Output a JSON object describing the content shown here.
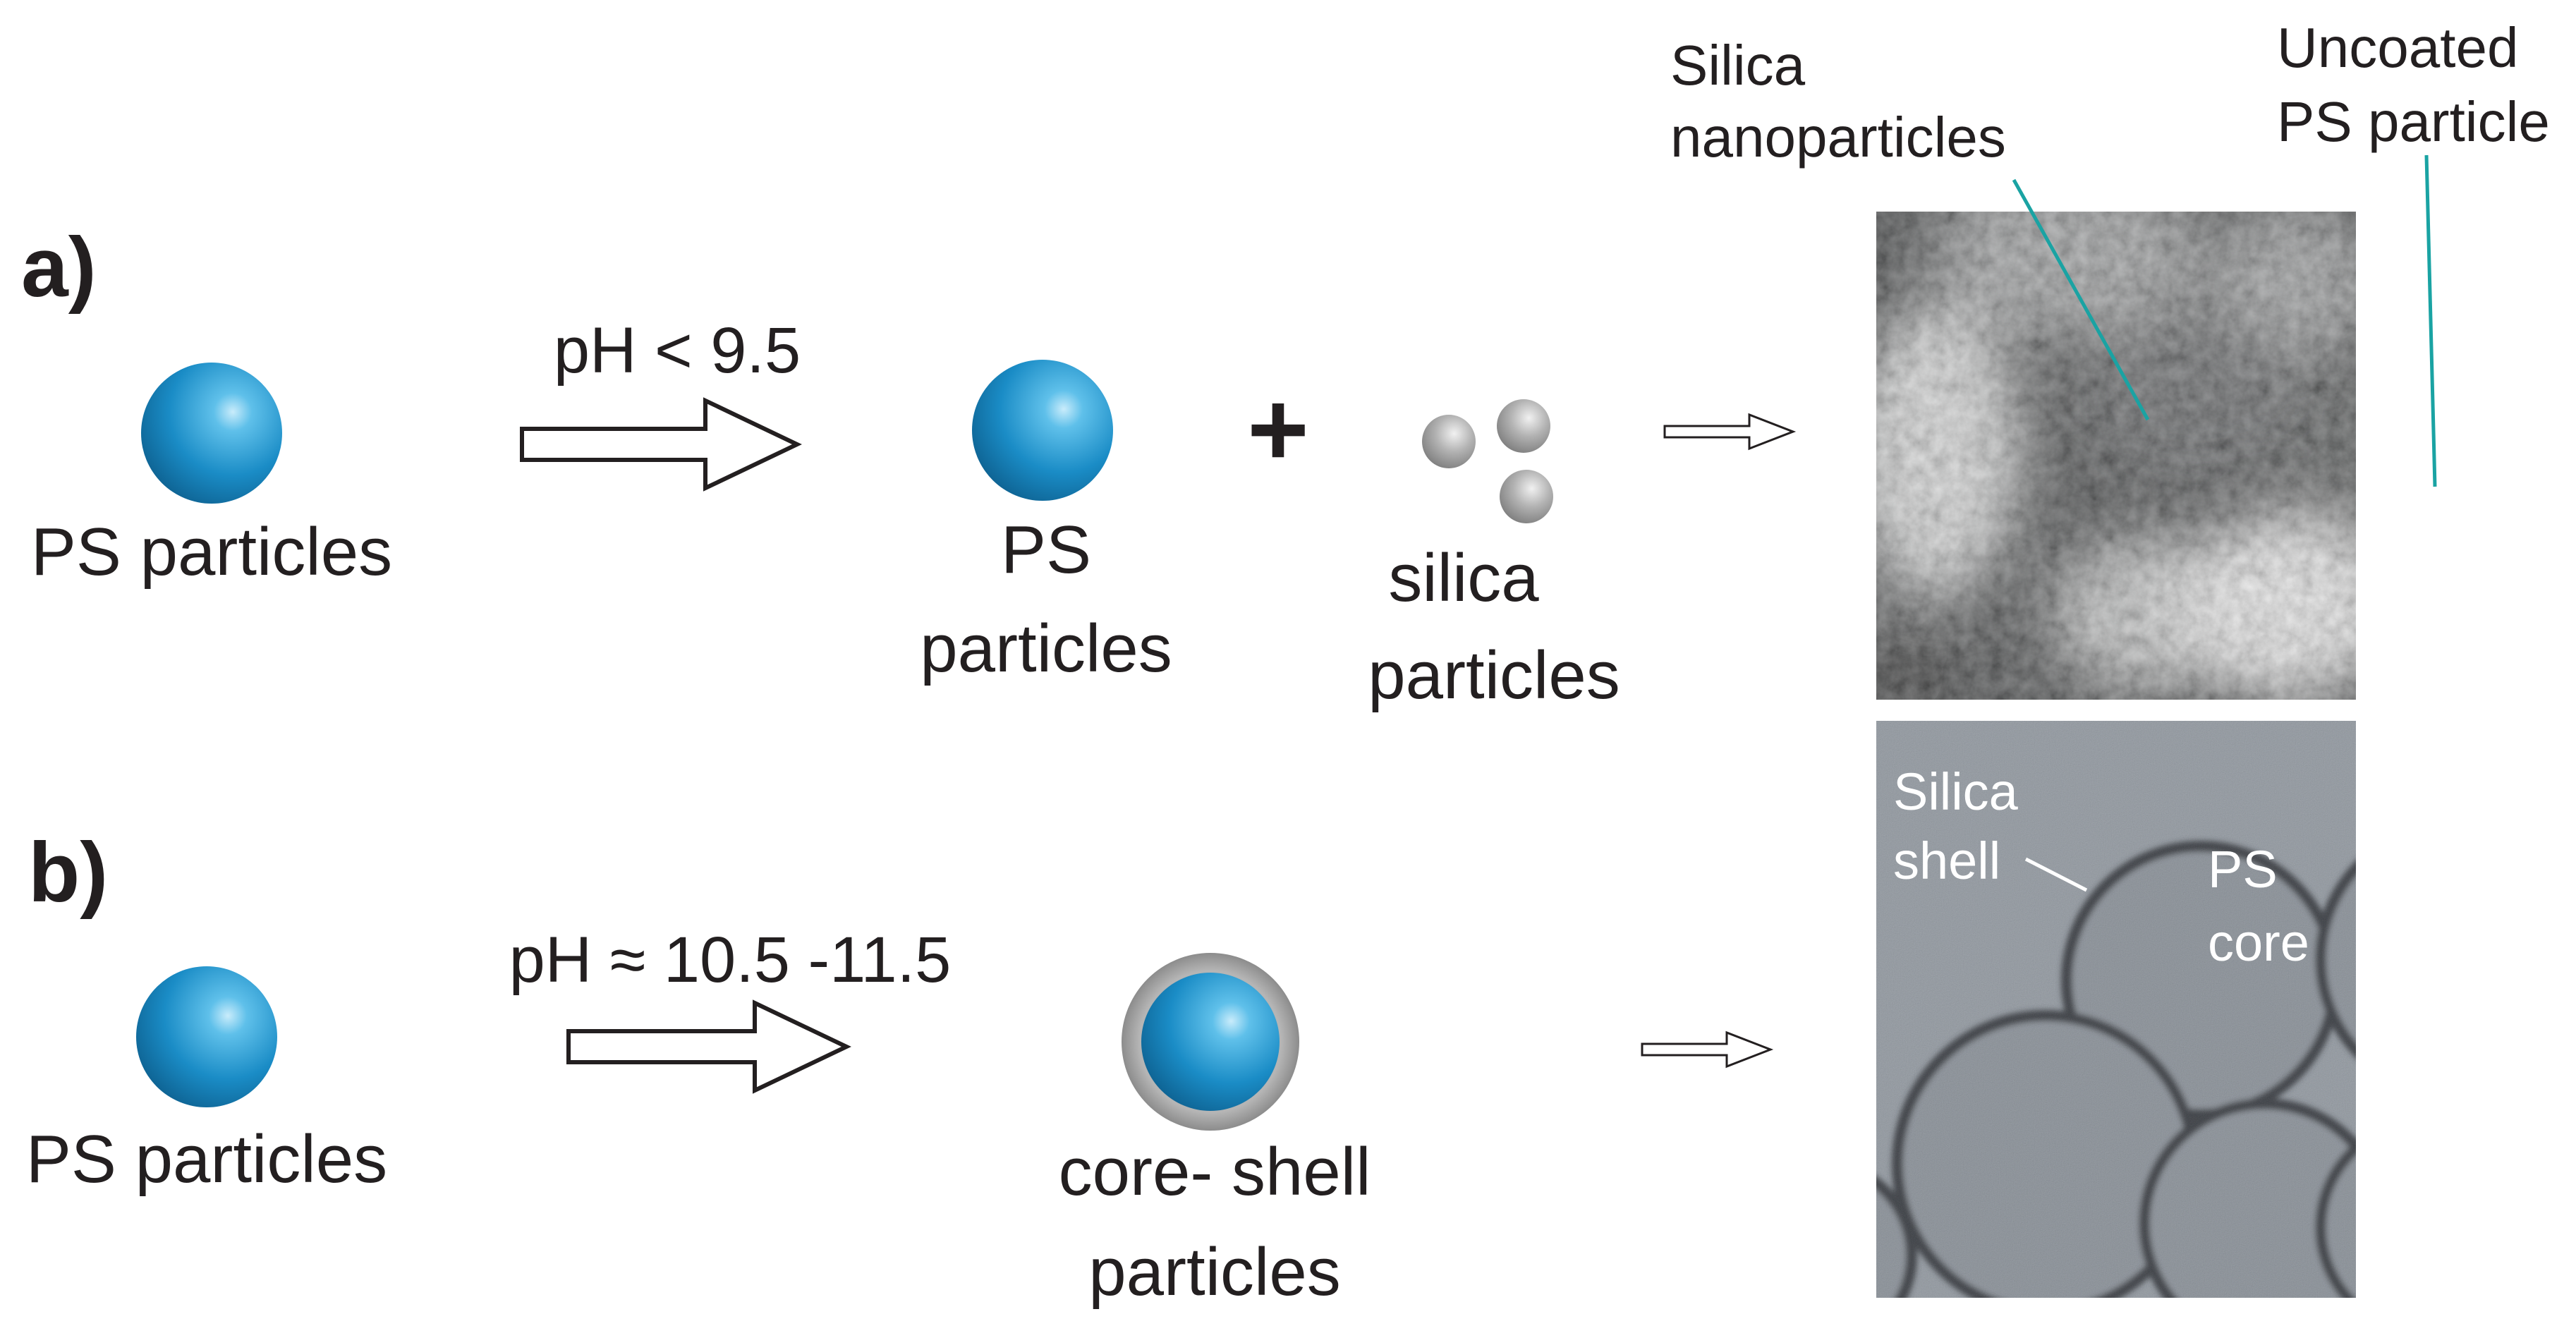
{
  "panel_a": {
    "letter": "a)",
    "start_label": "PS particles",
    "condition": "pH < 9.5",
    "product_ps_line1": "PS",
    "product_ps_line2": "particles",
    "plus": "+",
    "silica_line1": "silica",
    "silica_line2": "particles",
    "micrograph": {
      "label1_line1": "Silica",
      "label1_line2": "nanoparticles",
      "label2_line1": "Uncoated",
      "label2_line2": "PS particle"
    }
  },
  "panel_b": {
    "letter": "b)",
    "start_label": "PS particles",
    "condition": "pH ≈ 10.5 -11.5",
    "product_line1": "core- shell",
    "product_line2": "particles",
    "micrograph": {
      "shell_line1": "Silica",
      "shell_line2": "shell",
      "core_line1": "PS",
      "core_line2": "core"
    }
  },
  "colors": {
    "ps_particle": "#1f8fc6",
    "silica_particle": "#a9a9a9",
    "shell": "#9a9a9a",
    "leader_line": "#1aa3a3",
    "text": "#231f20"
  }
}
